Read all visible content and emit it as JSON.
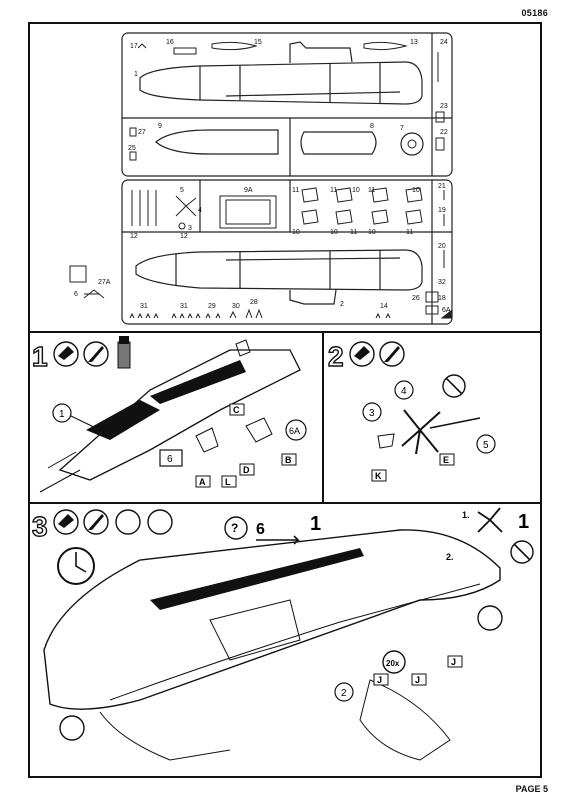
{
  "header": {
    "kit_code": "05186"
  },
  "footer": {
    "page_label": "PAGE 5"
  },
  "sprue": {
    "part_numbers": [
      "17",
      "16",
      "15",
      "13",
      "24",
      "1",
      "23",
      "27",
      "9",
      "8",
      "7",
      "22",
      "25",
      "5",
      "9A",
      "11",
      "10",
      "21",
      "4",
      "3",
      "19",
      "12",
      "20",
      "27A",
      "6",
      "32",
      "31",
      "29",
      "30",
      "28",
      "2",
      "14",
      "26",
      "18",
      "6A"
    ]
  },
  "steps": [
    {
      "number": "1",
      "callouts": [
        "1",
        "6",
        "6A"
      ],
      "glue_tags": [
        "C",
        "D",
        "B",
        "A",
        "L"
      ]
    },
    {
      "number": "2",
      "callouts": [
        "3",
        "4",
        "5"
      ],
      "glue_tags": [
        "K",
        "E"
      ]
    },
    {
      "number": "3",
      "callouts": [
        "1",
        "2",
        "6"
      ],
      "sub_steps": [
        "1.",
        "2."
      ],
      "glue_tags": [
        "J",
        "J",
        "J"
      ],
      "drill_count": "20x",
      "part_label": "2"
    }
  ]
}
